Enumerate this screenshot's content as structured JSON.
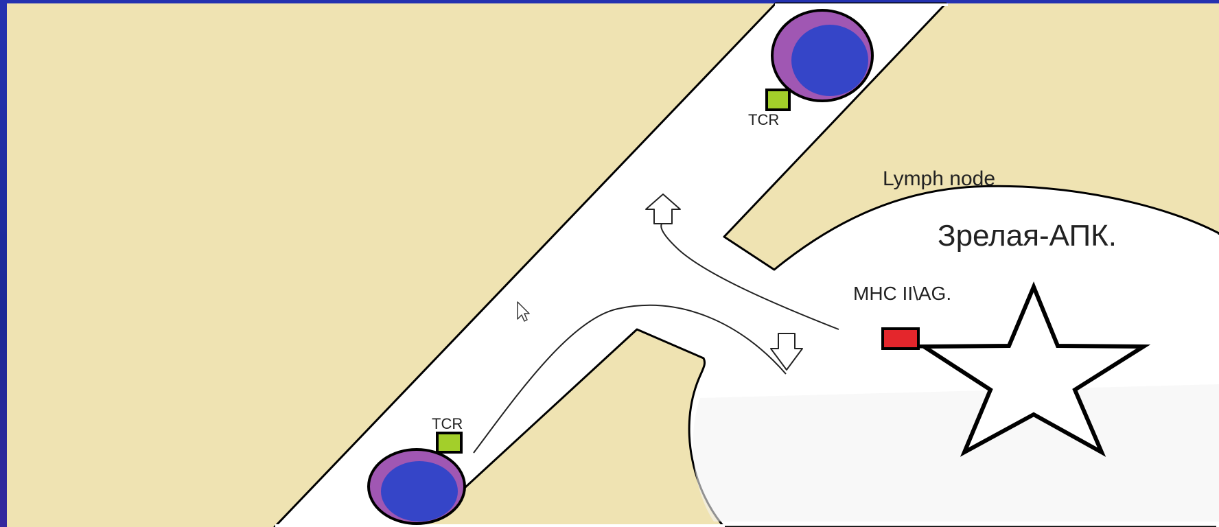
{
  "diagram": {
    "region_label": "Lymph node",
    "cell_title": "Зрелая-АПК.",
    "mhc_label": "MHC II\\AG.",
    "tcr_top_label": "TCR",
    "tcr_bottom_label": "TCR"
  },
  "colors": {
    "slide_background": "#1d2aa6",
    "tissue": "#efe3b2",
    "vessel": "#ffffff",
    "t_cell_outer": "#a057b3",
    "t_cell_inner": "#3545c8",
    "tcr": "#a3cf2a",
    "mhc": "#e4262c",
    "outline": "#000000"
  },
  "icons": [
    "mouse-cursor-icon",
    "arrow-up-icon",
    "arrow-down-icon",
    "star-icon"
  ]
}
